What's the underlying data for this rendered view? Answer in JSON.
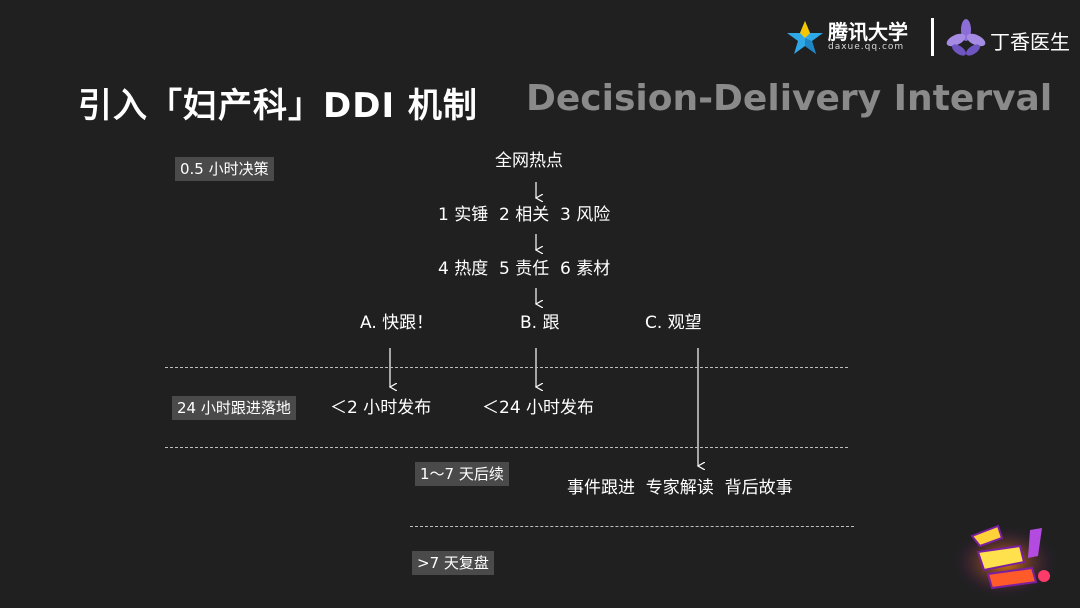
{
  "header": {
    "tencent_logo_text": "腾讯大学",
    "tencent_logo_sub": "daxue.qq.com",
    "dxy_logo_text": "丁香医生"
  },
  "slide": {
    "title": "引入「妇产科」DDI 机制",
    "subtitle": "Decision-Delivery Interval"
  },
  "tags": {
    "decision": "0.5 小时决策",
    "follow_up_24h": "24 小时跟进落地",
    "follow_up_1_7d": "1～7 天后续",
    "review": ">7 天复盘"
  },
  "flow": {
    "source": "全网热点",
    "criteria_row1": "1 实锤  2 相关  3 风险",
    "criteria_row2": "4 热度  5 责任  6 素材",
    "options": {
      "a": "A. 快跟！",
      "b": "B. 跟",
      "c": "C. 观望"
    },
    "publish_a": "＜2 小时发布",
    "publish_b": "＜24 小时发布",
    "follow_up_content": "事件跟进  专家解读  背后故事"
  },
  "colors": {
    "background": "#202020",
    "subtitle": "#8a8a8a",
    "tag_bg": "#4a4a4a",
    "tencent_blue": "#2fa8e8",
    "tencent_yellow": "#f6c700",
    "dxy_purple": "#8b6fd6"
  }
}
